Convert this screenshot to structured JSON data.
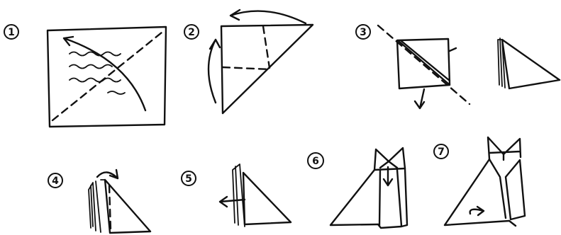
{
  "steps": [
    {
      "number": "1"
    },
    {
      "number": "2"
    },
    {
      "number": "3"
    },
    {
      "number": "4"
    },
    {
      "number": "5"
    },
    {
      "number": "6"
    },
    {
      "number": "7"
    }
  ],
  "colors": {
    "ink": "#111111",
    "paper": "#ffffff"
  }
}
